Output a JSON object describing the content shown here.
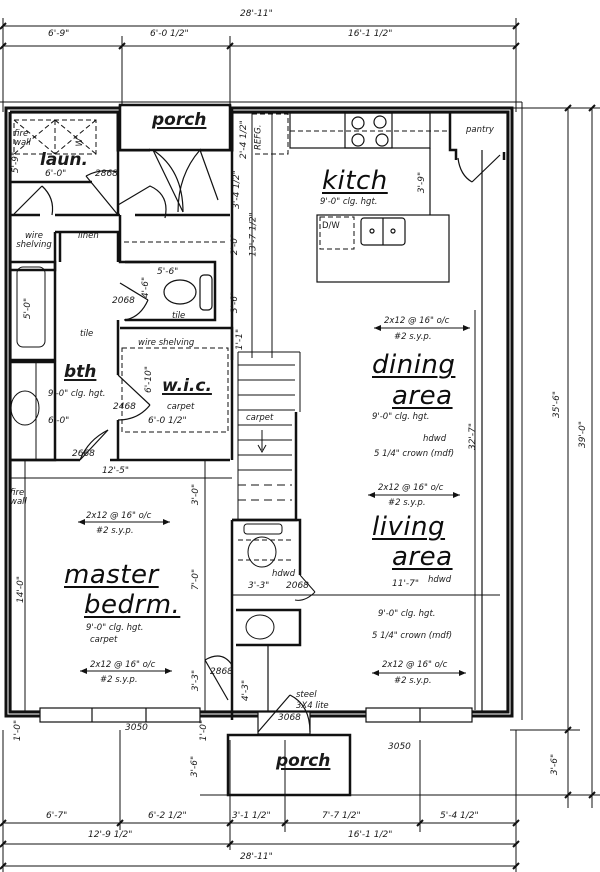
{
  "plan": {
    "overall_width_top": "28'-11\"",
    "overall_width_bottom": "28'-11\"",
    "top_dims": [
      "6'-9\"",
      "6'-0 1/2\"",
      "16'-1 1/2\""
    ],
    "bottom_dims_row1": [
      "6'-7\"",
      "6'-2 1/2\"",
      "3'-1 1/2\"",
      "7'-7 1/2\"",
      "5'-4 1/2\""
    ],
    "bottom_dims_row2": [
      "12'-9 1/2\"",
      "16'-1 1/2\""
    ],
    "right_dims": {
      "main_depth": "35'-6\"",
      "overall_depth": "39'-0\"",
      "porch_depth": "3'-6\""
    },
    "left_porch_depth": "3'-6\"",
    "stair_dims": [
      "2'-4 1/2\"",
      "3'-4 1/2\"",
      "2'-0\"",
      "3'-6\"",
      "1'-1\"",
      "13'-7 1/2\""
    ]
  },
  "rooms": {
    "porch_top": {
      "name": "porch"
    },
    "porch_bottom": {
      "name": "porch"
    },
    "laundry": {
      "name": "laun.",
      "dim": "6'-0\"",
      "side_dim": "5'-9\"",
      "fire_wall": "fire wall",
      "washer": "W",
      "door": "2868"
    },
    "linen": {
      "name": "linen"
    },
    "wire_shelving": {
      "name": "wire shelving"
    },
    "kitchen": {
      "name": "kitch",
      "ceiling": "9'-0\" clg. hgt.",
      "dw": "D/W",
      "refg": "REFG.",
      "dim": "3'-9\""
    },
    "pantry": {
      "name": "pantry"
    },
    "bath": {
      "name": "bth",
      "ceiling": "9'-0\" clg. hgt.",
      "floor": "tile",
      "width": "6'-0\"",
      "tub": "5'-0\"",
      "door_main": "2468",
      "door_entry": "2668"
    },
    "wc": {
      "dim": "5'-6\"",
      "floor": "tile",
      "door": "2068",
      "side": "4'-6\""
    },
    "wic": {
      "name": "w.i.c.",
      "floor": "carpet",
      "dim": "6'-0 1/2\"",
      "side": "6'-10\"",
      "shelving": "wire shelving"
    },
    "dining": {
      "name_line1": "dining",
      "name_line2": "area",
      "ceiling": "9'-0\" clg. hgt.",
      "floor": "hdwd",
      "crown": "5 1/4\" crown (mdf)",
      "height_dim": "32'-7\"",
      "joist": "2x12 @ 16\" o/c",
      "joist2": "#2 s.y.p."
    },
    "stairs": {
      "floor": "carpet"
    },
    "living": {
      "name_line1": "living",
      "name_line2": "area",
      "floor": "hdwd",
      "width": "11'-7\"",
      "ceiling": "9'-0\" clg. hgt.",
      "crown": "5 1/4\" crown (mdf)",
      "joist": "2x12 @ 16\" o/c",
      "joist2": "#2 s.y.p."
    },
    "half_bath": {
      "floor": "hdwd",
      "dim": "3'-3\"",
      "door": "2068"
    },
    "master": {
      "name_line1": "master",
      "name_line2": "bedrm.",
      "ceiling": "9'-0\" clg. hgt.",
      "floor": "carpet",
      "width": "12'-5\"",
      "depth": "14'-0\"",
      "right_dim1": "3'-0\"",
      "right_dim2": "7'-0\"",
      "right_dim3": "3'-3\"",
      "fire_wall": "fire wall",
      "joist": "2x12 @ 16\" o/c",
      "joist2": "#2 s.y.p.",
      "door": "2868",
      "window": "3050",
      "side1": "1'-0\"",
      "side2": "1'-0\""
    },
    "entry": {
      "door": "3068",
      "door_note1": "steel",
      "door_note2": "3X4 lite",
      "dim": "4'-3\""
    },
    "front_window": {
      "label": "3050"
    }
  }
}
